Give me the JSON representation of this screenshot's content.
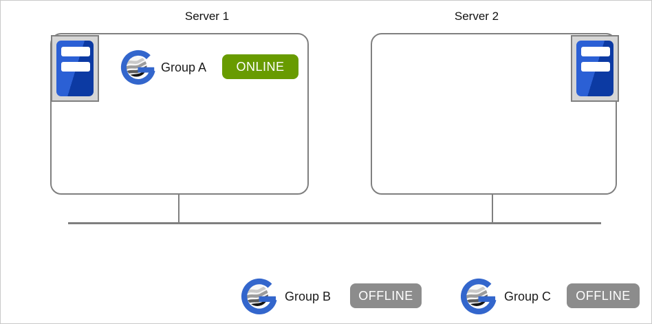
{
  "servers": [
    {
      "title": "Server 1"
    },
    {
      "title": "Server 2"
    }
  ],
  "groups": [
    {
      "name": "Group A",
      "status": "ONLINE",
      "hosted_on": "Server 1"
    },
    {
      "name": "Group B",
      "status": "OFFLINE",
      "hosted_on": ""
    },
    {
      "name": "Group C",
      "status": "OFFLINE",
      "hosted_on": ""
    }
  ],
  "colors": {
    "online_badge": "#689b00",
    "offline_badge": "#8c8c8c",
    "box_border": "#7f7f7f",
    "connector_line": "#7f7f7f",
    "server_icon_blue_light": "#2b60d5",
    "server_icon_blue_dark": "#0c3aa3",
    "group_icon_blue": "#3366cc"
  },
  "icons": {
    "server": "server-tower-icon",
    "group": "availability-group-g-icon"
  }
}
